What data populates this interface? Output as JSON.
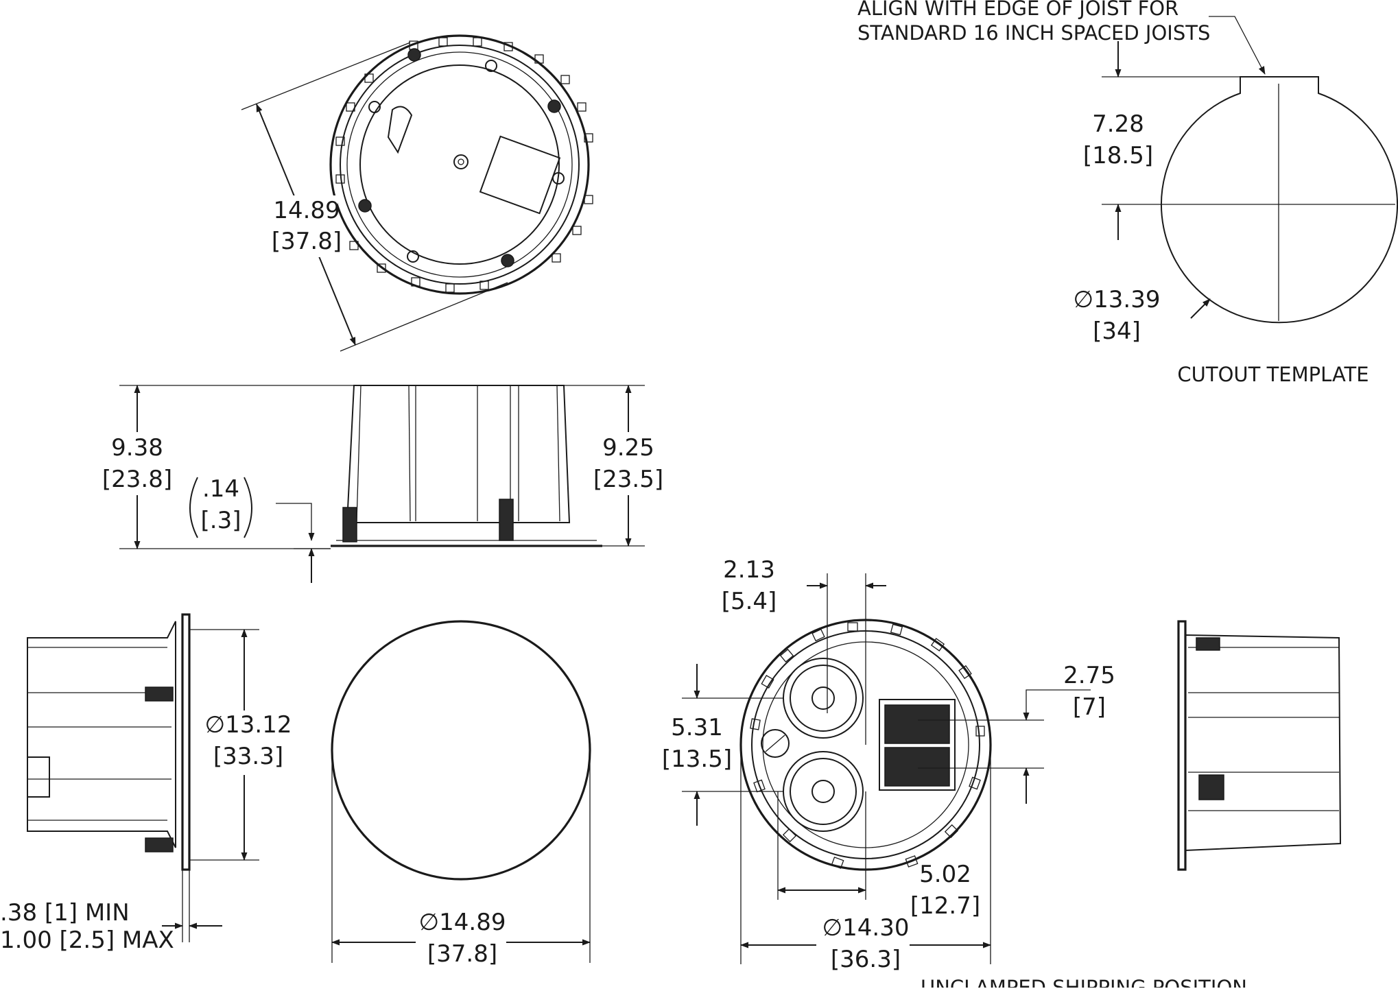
{
  "template": {
    "note_line1": "ALIGN  WITH EDGE OF JOIST FOR",
    "note_line2": "STANDARD 16 INCH  SPACED JOISTS",
    "offset_in": "7.28",
    "offset_cm": "[18.5]",
    "diameter_in": "∅13.39",
    "diameter_cm": "[34]",
    "caption": "CUTOUT TEMPLATE"
  },
  "top_view": {
    "diameter_in": "14.89",
    "diameter_cm": "[37.8]"
  },
  "side_view": {
    "overall_height_in": "9.38",
    "overall_height_cm": "[23.8]",
    "body_height_in": "9.25",
    "body_height_cm": "[23.5]",
    "flange_in": ".14",
    "flange_cm": "[.3]"
  },
  "left_profile": {
    "diameter_in": "∅13.12",
    "diameter_cm": "[33.3]",
    "ceiling_min": ".38 [1] MIN",
    "ceiling_max": "1.00 [2.5] MAX"
  },
  "grille_view": {
    "diameter_in": "∅14.89",
    "diameter_cm": "[37.8]"
  },
  "front_view": {
    "offset_in": "2.13",
    "offset_cm": "[5.4]",
    "woofer_spacing_in": "5.31",
    "woofer_spacing_cm": "[13.5]",
    "horn_spacing_in": "2.75",
    "horn_spacing_cm": "[7]",
    "baffle_in": "5.02",
    "baffle_cm": "[12.7]",
    "diameter_in": "∅14.30",
    "diameter_cm": "[36.3]"
  },
  "right_profile": {
    "caption": "UNCLAMPED SHIPPING POSITION"
  }
}
